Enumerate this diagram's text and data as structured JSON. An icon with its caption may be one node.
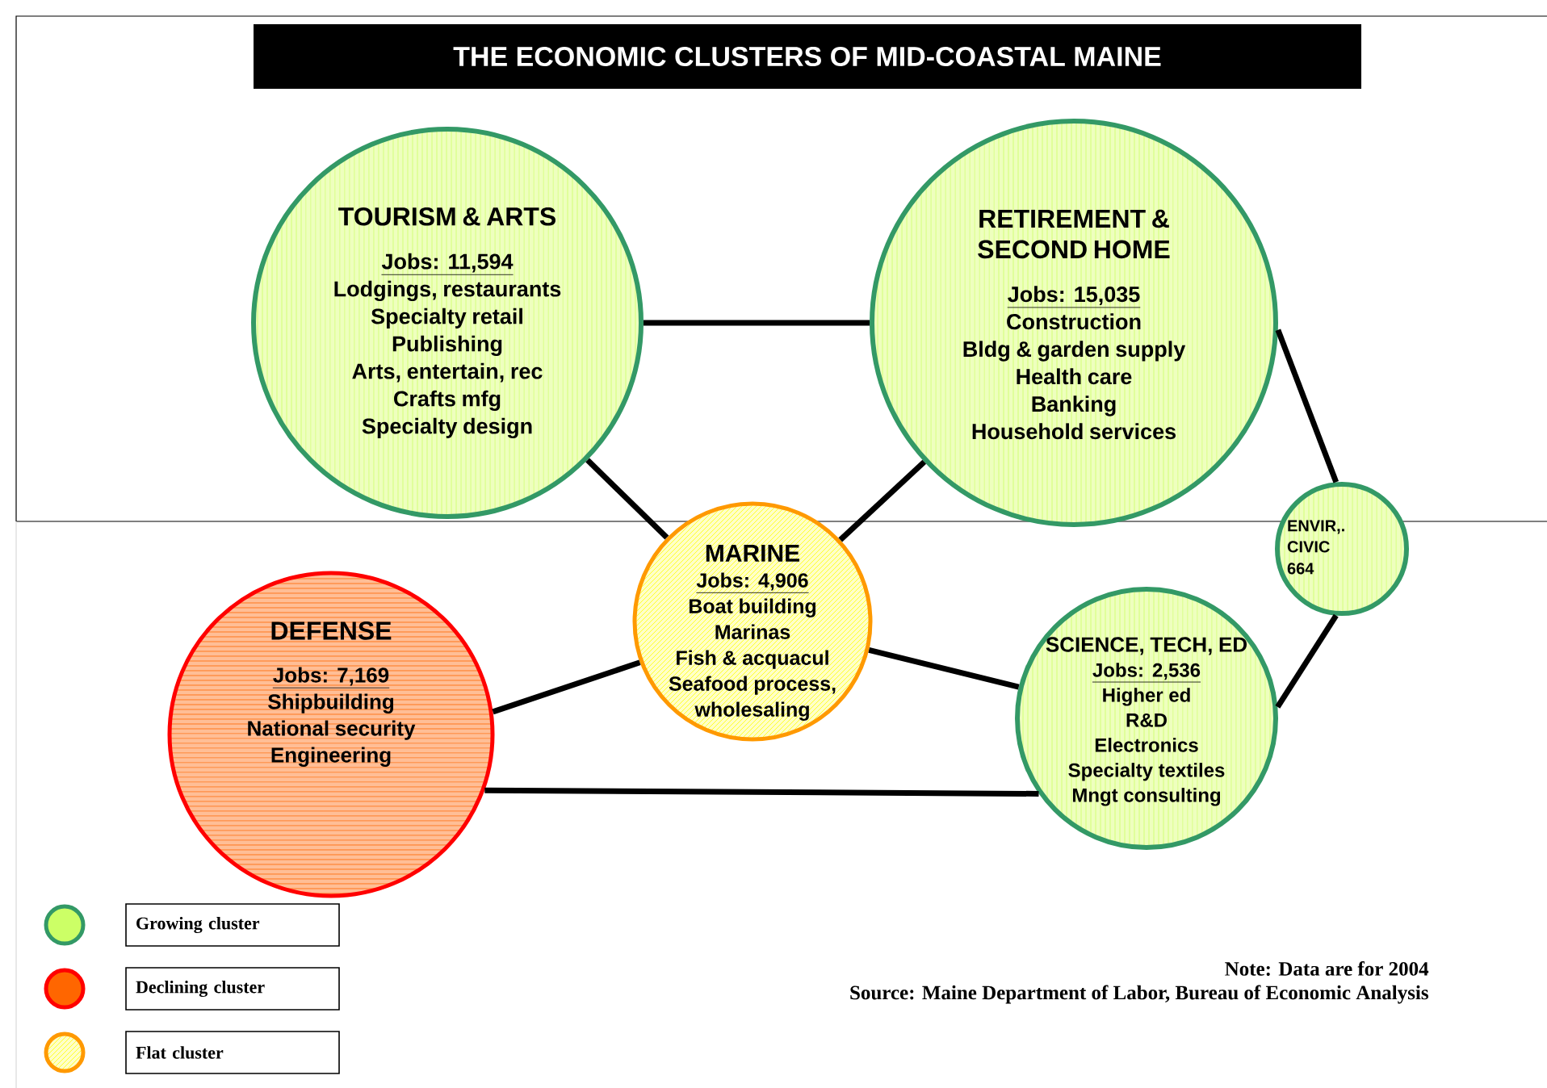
{
  "diagram": {
    "title": "THE ECONOMIC CLUSTERS OF MID-COASTAL MAINE",
    "nodes": [
      {
        "text": [
          "TOURISM & ARTS",
          "Jobs: 11,594",
          "Lodgings, restaurants",
          "Specialty retail",
          "Publishing",
          "Arts, entertain, rec",
          "Crafts mfg",
          "Specialty design"
        ]
      },
      {
        "text": [
          "RETIREMENT & SECOND HOME",
          "Jobs: 15,035",
          "Construction",
          "Bldg & garden supply",
          "Health care",
          "Banking",
          "Household services"
        ]
      },
      {
        "text": [
          "ENVIR,. CIVIC",
          "664"
        ]
      },
      {
        "text": [
          "MARINE",
          "Jobs: 4,906",
          "Boat building",
          "Marinas",
          "Fish & acquacul",
          "Seafood process, wholesaling"
        ]
      },
      {
        "text": [
          "DEFENSE",
          "Jobs: 7,169",
          "Shipbuilding",
          "National security",
          "Engineering"
        ]
      },
      {
        "text": [
          "SCIENCE, TECH, ED",
          "Jobs: 2,536",
          "Higher ed",
          "R&D",
          "Electronics",
          "Specialty textiles",
          "Mngt consulting"
        ]
      }
    ],
    "edges": [
      {
        "from": 0,
        "to": 1,
        "arrow": "none"
      },
      {
        "from": 1,
        "to": 2,
        "arrow": "none"
      },
      {
        "from": 0,
        "to": 3,
        "arrow": "none"
      },
      {
        "from": 1,
        "to": 3,
        "arrow": "none"
      },
      {
        "from": 4,
        "to": 3,
        "arrow": "none"
      },
      {
        "from": 3,
        "to": 5,
        "arrow": "none"
      },
      {
        "from": 5,
        "to": 2,
        "arrow": "none"
      },
      {
        "from": 4,
        "to": 5,
        "arrow": "none"
      }
    ],
    "labels": [
      "Note: Data are for 2004",
      "Source: Maine Department of Labor, Bureau of Economic Analysis"
    ],
    "legend": [
      {
        "text": "Growing cluster",
        "color": "#ccff66"
      },
      {
        "text": "Declining  cluster",
        "color": "#ff6600"
      },
      {
        "text": "Flat  cluster"
      }
    ]
  }
}
